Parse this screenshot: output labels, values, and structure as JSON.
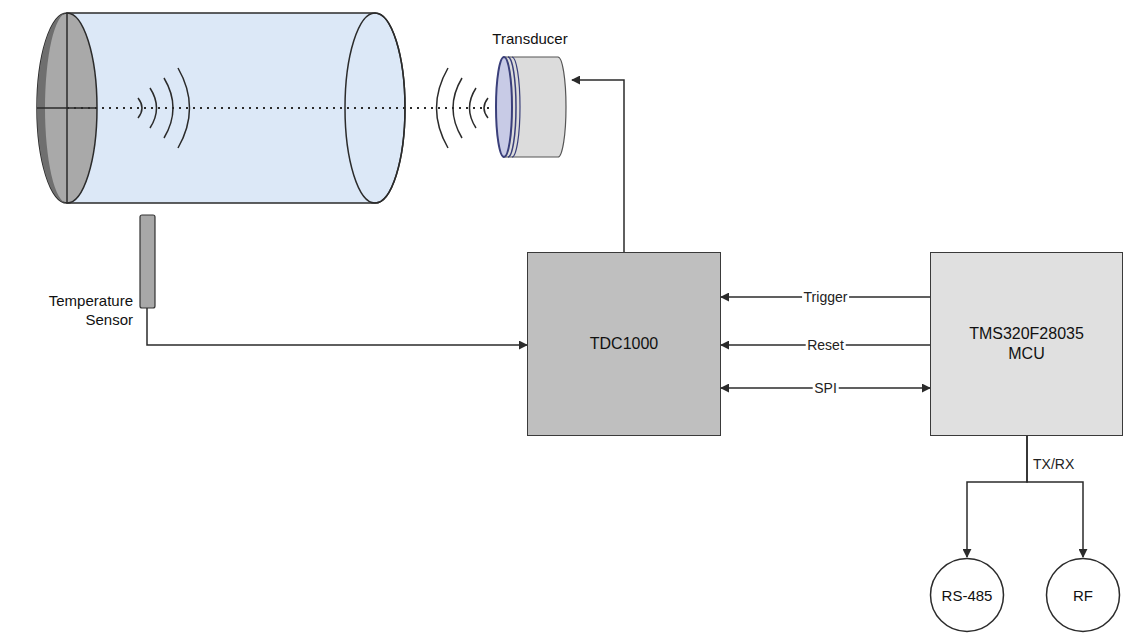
{
  "diagram": {
    "nodes": [
      {
        "text": [
          "Transducer"
        ]
      },
      {
        "text": [
          "Temperature Sensor"
        ]
      },
      {
        "text": [
          "TDC1000"
        ]
      },
      {
        "text": [
          "TMS320F28035 MCU"
        ]
      },
      {
        "text": [
          "RS-485"
        ]
      },
      {
        "text": [
          "RF"
        ]
      }
    ],
    "edges": [
      {
        "from": 2,
        "to": 0,
        "arrow": "to"
      },
      {
        "from": 1,
        "to": 2,
        "arrow": "to"
      },
      {
        "from": 3,
        "to": 2,
        "label": "Trigger",
        "arrow": "to"
      },
      {
        "from": 3,
        "to": 2,
        "label": "Reset",
        "arrow": "to"
      },
      {
        "from": 3,
        "to": 2,
        "label": "SPI",
        "arrow": "both"
      },
      {
        "from": 3,
        "to": 4,
        "arrow": "to"
      },
      {
        "from": 3,
        "to": 5,
        "arrow": "to"
      }
    ],
    "labels": [
      "TX/RX"
    ]
  }
}
